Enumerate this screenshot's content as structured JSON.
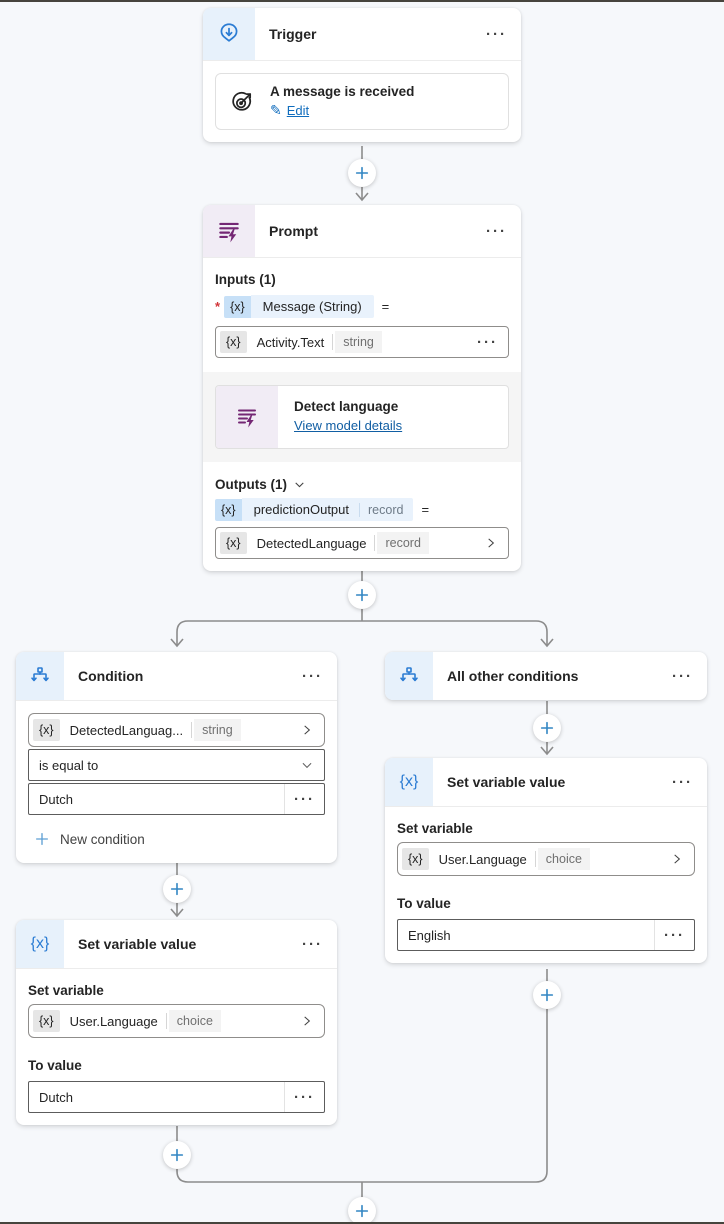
{
  "icons": {
    "more": "···",
    "x_token": "{x}",
    "required": "*",
    "eq": "=",
    "pencil": "✎"
  },
  "trigger": {
    "title": "Trigger",
    "action": {
      "title": "A message is received",
      "edit": "Edit"
    }
  },
  "prompt": {
    "title": "Prompt",
    "inputs_label": "Inputs (1)",
    "input": {
      "name": "Message (String)"
    },
    "input_value": {
      "name": "Activity.Text",
      "type": "string"
    },
    "model": {
      "title": "Detect language",
      "link": "View model details"
    },
    "outputs_label": "Outputs (1)",
    "output": {
      "name": "predictionOutput",
      "type": "record"
    },
    "output_value": {
      "name": "DetectedLanguage",
      "type": "record"
    }
  },
  "condition": {
    "title": "Condition",
    "operand": {
      "name": "DetectedLanguag...",
      "type": "string"
    },
    "operator": "is equal to",
    "value": "Dutch",
    "new_condition": "New condition"
  },
  "other_condition": {
    "title": "All other conditions"
  },
  "set_variable_left": {
    "title": "Set variable value",
    "set_label": "Set variable",
    "variable": {
      "name": "User.Language",
      "type": "choice"
    },
    "to_label": "To value",
    "value": "Dutch"
  },
  "set_variable_right": {
    "title": "Set variable value",
    "set_label": "Set variable",
    "variable": {
      "name": "User.Language",
      "type": "choice"
    },
    "to_label": "To value",
    "value": "English"
  }
}
